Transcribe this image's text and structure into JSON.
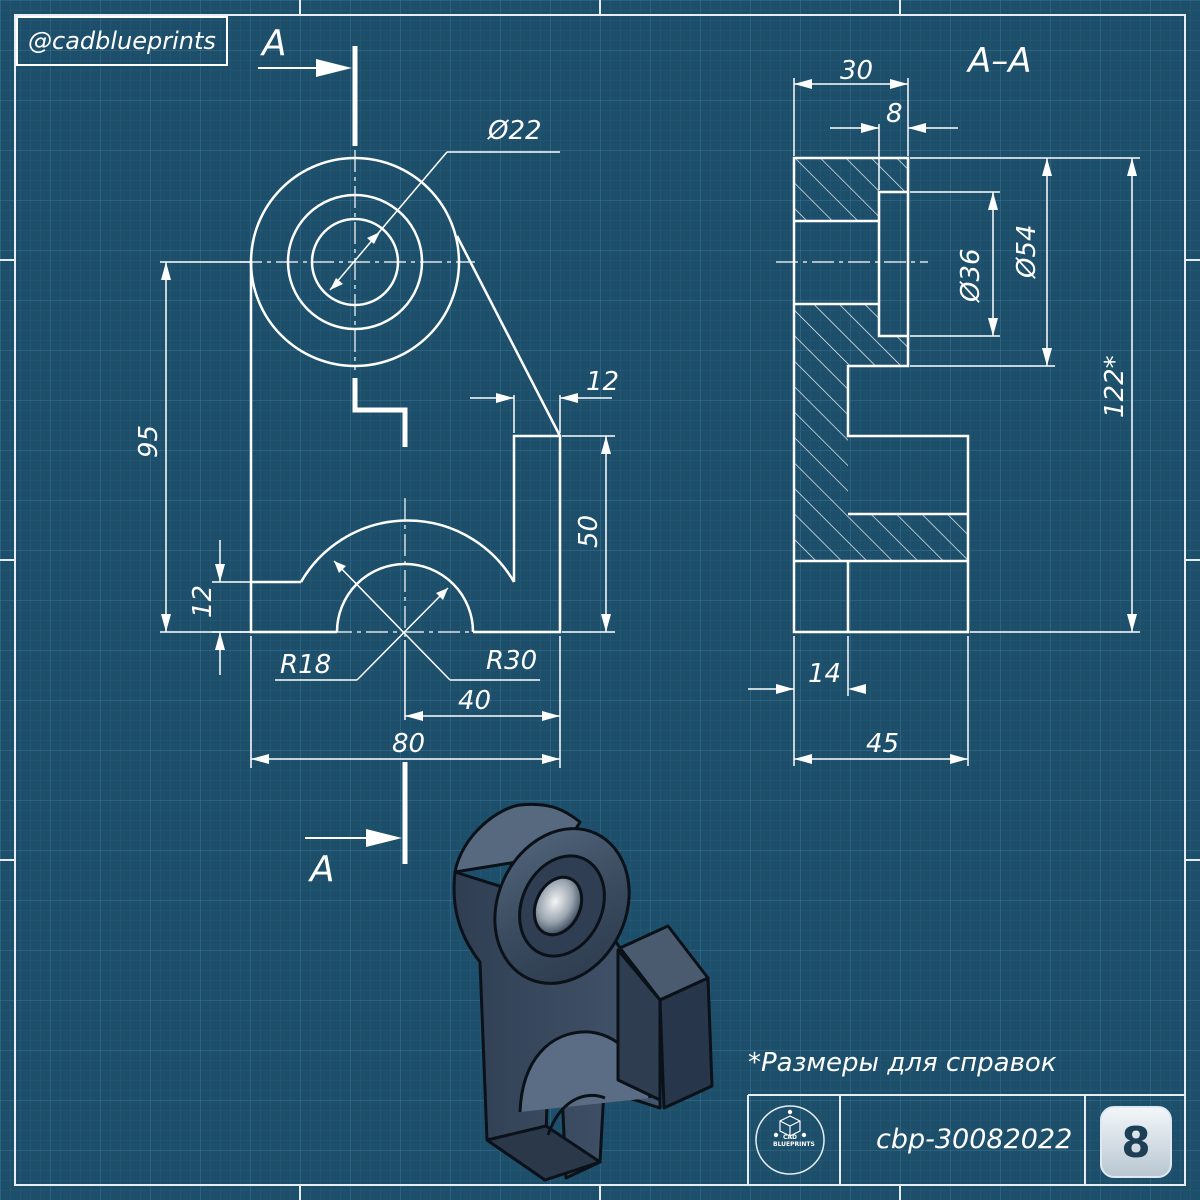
{
  "watermark": {
    "handle": "@cadblueprints"
  },
  "section_marks": {
    "top": "A",
    "bottom": "A"
  },
  "section_title": "A–A",
  "front_view": {
    "dims": {
      "hole_dia": "Ø22",
      "height_95": "95",
      "rib_12": "12",
      "lug_height_50": "50",
      "base_12": "12",
      "r18": "R18",
      "r30": "R30",
      "half_40": "40",
      "width_80": "80"
    }
  },
  "section_view": {
    "dims": {
      "top_30": "30",
      "boss_8": "8",
      "bore_36": "Ø36",
      "boss_54": "Ø54",
      "height_122": "122*",
      "wall_14": "14",
      "depth_45": "45"
    }
  },
  "note": "*Размеры для справок",
  "title_block": {
    "logo_text": "CAD\nBLUEPRINTS",
    "code": "cbp-30082022",
    "number": "8"
  },
  "colors": {
    "background": "#1d4f6b",
    "grid_minor": "#2a6281",
    "grid_major": "#3f7d9e",
    "lines": "#ffffff",
    "model_body": "#3b4c60",
    "model_shade": "#27364a"
  },
  "icons": {
    "logo": "cube-network-icon"
  }
}
